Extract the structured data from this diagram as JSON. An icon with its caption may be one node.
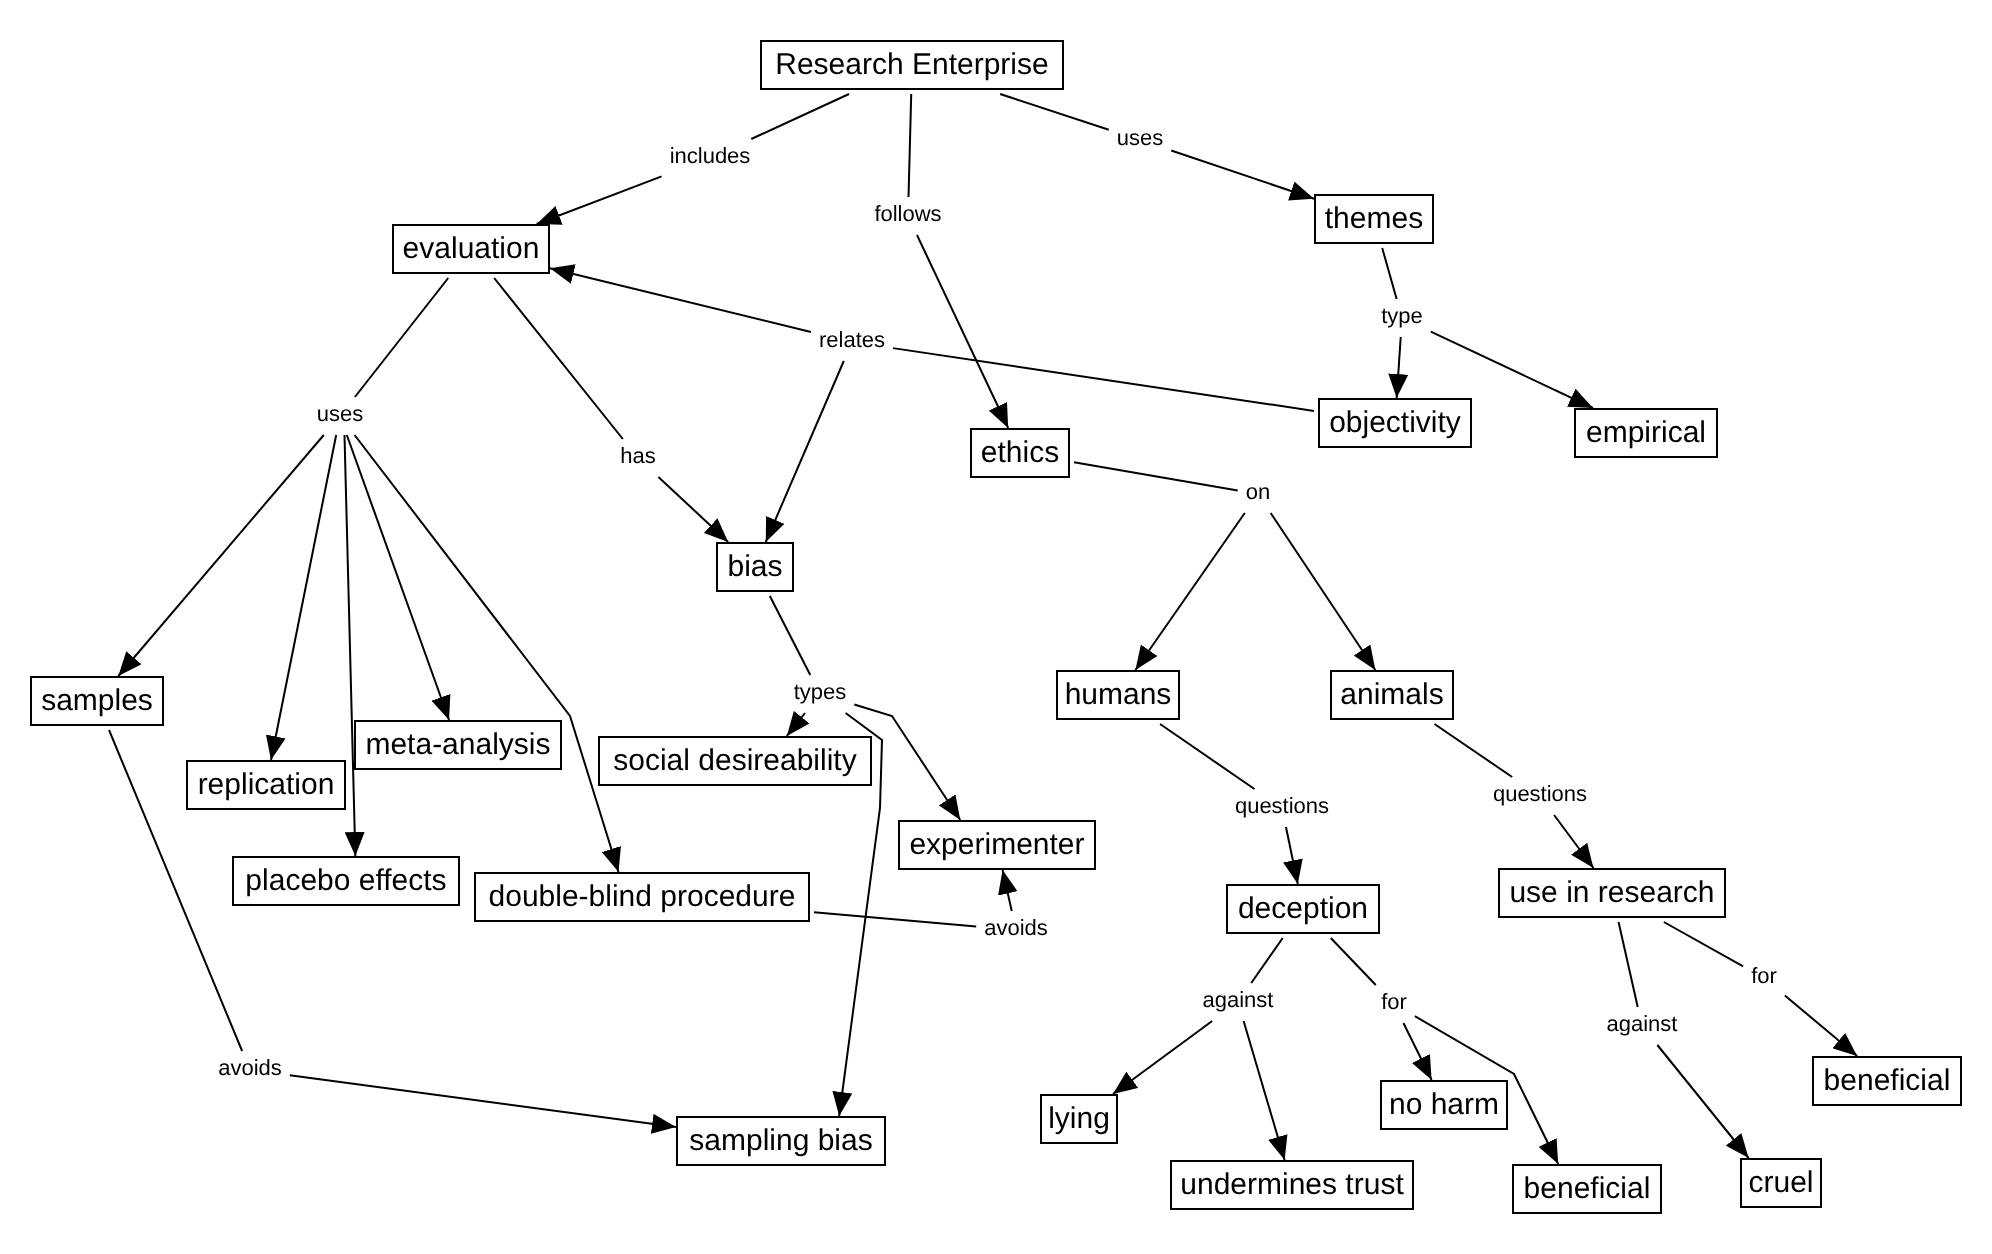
{
  "diagram": {
    "nodes": [
      {
        "text": [
          "Research Enterprise"
        ]
      },
      {
        "text": [
          "uses"
        ]
      },
      {
        "text": [
          "includes"
        ]
      },
      {
        "text": [
          "themes"
        ]
      },
      {
        "text": [
          "follows"
        ]
      },
      {
        "text": [
          "evaluation"
        ]
      },
      {
        "text": [
          "type"
        ]
      },
      {
        "text": [
          "relates"
        ]
      },
      {
        "text": [
          "objectivity"
        ]
      },
      {
        "text": [
          "empirical"
        ]
      },
      {
        "text": [
          "uses"
        ]
      },
      {
        "text": [
          "ethics"
        ]
      },
      {
        "text": [
          "has"
        ]
      },
      {
        "text": [
          "on"
        ]
      },
      {
        "text": [
          "bias"
        ]
      },
      {
        "text": [
          "humans"
        ]
      },
      {
        "text": [
          "animals"
        ]
      },
      {
        "text": [
          "samples"
        ]
      },
      {
        "text": [
          "types"
        ]
      },
      {
        "text": [
          "meta-analysis"
        ]
      },
      {
        "text": [
          "social desireability"
        ]
      },
      {
        "text": [
          "replication"
        ]
      },
      {
        "text": [
          "questions"
        ]
      },
      {
        "text": [
          "questions"
        ]
      },
      {
        "text": [
          "experimenter"
        ]
      },
      {
        "text": [
          "placebo effects"
        ]
      },
      {
        "text": [
          "use in research"
        ]
      },
      {
        "text": [
          "double-blind procedure"
        ]
      },
      {
        "text": [
          "deception"
        ]
      },
      {
        "text": [
          "avoids"
        ]
      },
      {
        "text": [
          "for"
        ]
      },
      {
        "text": [
          "against"
        ]
      },
      {
        "text": [
          "for"
        ]
      },
      {
        "text": [
          "against"
        ]
      },
      {
        "text": [
          "beneficial"
        ]
      },
      {
        "text": [
          "avoids"
        ]
      },
      {
        "text": [
          "no harm"
        ]
      },
      {
        "text": [
          "lying"
        ]
      },
      {
        "text": [
          "sampling bias"
        ]
      },
      {
        "text": [
          "cruel"
        ]
      },
      {
        "text": [
          "undermines trust"
        ]
      },
      {
        "text": [
          "beneficial"
        ]
      }
    ],
    "edges": [
      {
        "from": 0,
        "to": 2,
        "arrow": "none"
      },
      {
        "from": 2,
        "to": 5,
        "arrow": "to"
      },
      {
        "from": 0,
        "to": 4,
        "arrow": "none"
      },
      {
        "from": 4,
        "to": 11,
        "arrow": "to"
      },
      {
        "from": 0,
        "to": 1,
        "arrow": "none"
      },
      {
        "from": 1,
        "to": 3,
        "arrow": "to"
      },
      {
        "from": 5,
        "to": 10,
        "arrow": "none"
      },
      {
        "from": 10,
        "to": 17,
        "arrow": "to"
      },
      {
        "from": 10,
        "to": 21,
        "arrow": "to"
      },
      {
        "from": 10,
        "to": 25,
        "arrow": "to"
      },
      {
        "from": 10,
        "to": 19,
        "arrow": "to"
      },
      {
        "from": 10,
        "to": 27,
        "arrow": "to"
      },
      {
        "from": 5,
        "to": 12,
        "arrow": "none"
      },
      {
        "from": 12,
        "to": 14,
        "arrow": "to"
      },
      {
        "from": 8,
        "to": 7,
        "arrow": "none"
      },
      {
        "from": 7,
        "to": 5,
        "arrow": "to"
      },
      {
        "from": 7,
        "to": 14,
        "arrow": "to"
      },
      {
        "from": 3,
        "to": 6,
        "arrow": "none"
      },
      {
        "from": 6,
        "to": 8,
        "arrow": "to"
      },
      {
        "from": 6,
        "to": 9,
        "arrow": "to"
      },
      {
        "from": 11,
        "to": 13,
        "arrow": "none"
      },
      {
        "from": 13,
        "to": 15,
        "arrow": "to"
      },
      {
        "from": 13,
        "to": 16,
        "arrow": "to"
      },
      {
        "from": 14,
        "to": 18,
        "arrow": "none"
      },
      {
        "from": 18,
        "to": 20,
        "arrow": "to"
      },
      {
        "from": 18,
        "to": 24,
        "arrow": "to"
      },
      {
        "from": 18,
        "to": 38,
        "arrow": "to"
      },
      {
        "from": 27,
        "to": 29,
        "arrow": "none"
      },
      {
        "from": 29,
        "to": 24,
        "arrow": "to"
      },
      {
        "from": 17,
        "to": 35,
        "arrow": "none"
      },
      {
        "from": 35,
        "to": 38,
        "arrow": "to"
      },
      {
        "from": 15,
        "to": 22,
        "arrow": "none"
      },
      {
        "from": 22,
        "to": 28,
        "arrow": "to"
      },
      {
        "from": 16,
        "to": 23,
        "arrow": "none"
      },
      {
        "from": 23,
        "to": 26,
        "arrow": "to"
      },
      {
        "from": 28,
        "to": 31,
        "arrow": "none"
      },
      {
        "from": 31,
        "to": 37,
        "arrow": "to"
      },
      {
        "from": 31,
        "to": 40,
        "arrow": "to"
      },
      {
        "from": 28,
        "to": 32,
        "arrow": "none"
      },
      {
        "from": 32,
        "to": 36,
        "arrow": "to"
      },
      {
        "from": 32,
        "to": 41,
        "arrow": "to"
      },
      {
        "from": 26,
        "to": 33,
        "arrow": "none"
      },
      {
        "from": 33,
        "to": 39,
        "arrow": "to"
      },
      {
        "from": 26,
        "to": 30,
        "arrow": "none"
      },
      {
        "from": 30,
        "to": 34,
        "arrow": "to"
      }
    ]
  }
}
